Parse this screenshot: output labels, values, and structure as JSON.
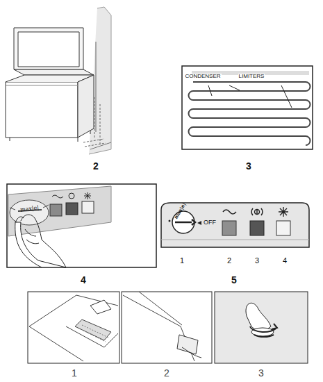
{
  "diagram": {
    "labels": [
      "2",
      "3",
      "4",
      "5",
      "CONDENSER",
      "LIMITERS",
      "max|e|",
      "max|e|",
      "OFF",
      "1",
      "2",
      "3",
      "4",
      "1",
      "2",
      "3"
    ]
  }
}
